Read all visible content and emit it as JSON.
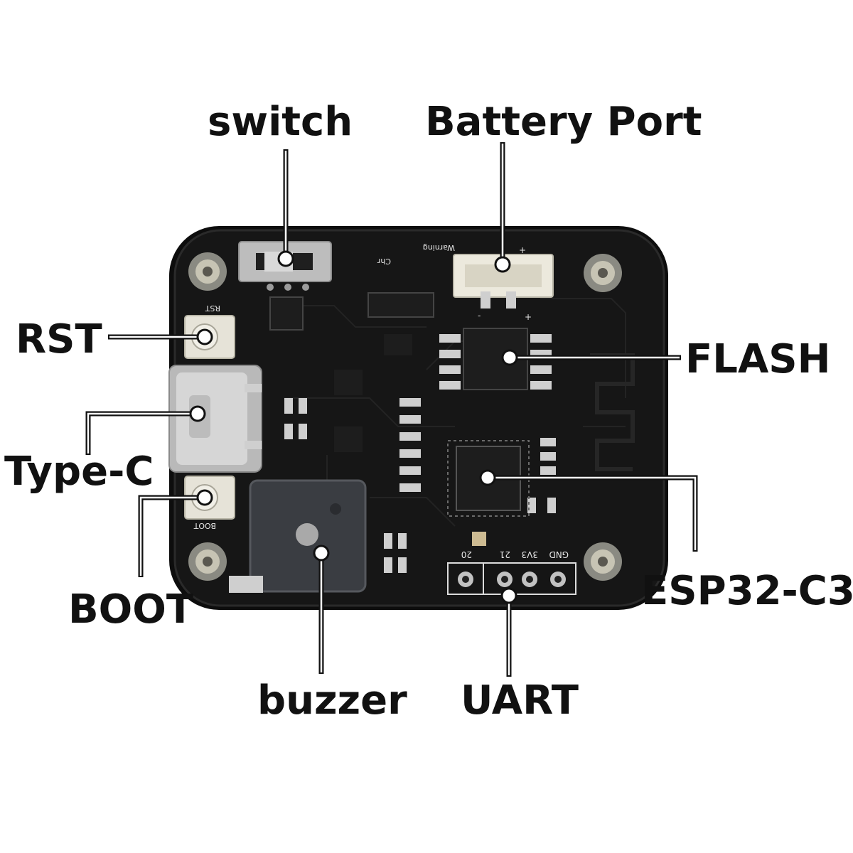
{
  "callouts": {
    "switch": "switch",
    "battery_port": "Battery Port",
    "rst": "RST",
    "type_c": "Type-C",
    "boot": "BOOT",
    "flash": "FLASH",
    "esp32": "ESP32-C3",
    "buzzer": "buzzer",
    "uart": "UART"
  },
  "silkscreen": {
    "rst": "RST",
    "boot": "BOOT",
    "warning": "Warning",
    "charge": "Chr",
    "pin_gnd": "GND",
    "pin_3v3": "3V3",
    "pin_21": "21",
    "pin_20": "20",
    "plus": "+",
    "minus": "-"
  },
  "colors": {
    "pcb": "#141414",
    "pcb_edge": "#262626",
    "copper": "#cfcfcf",
    "chip": "#1c1c1c",
    "leader": "#111111"
  }
}
